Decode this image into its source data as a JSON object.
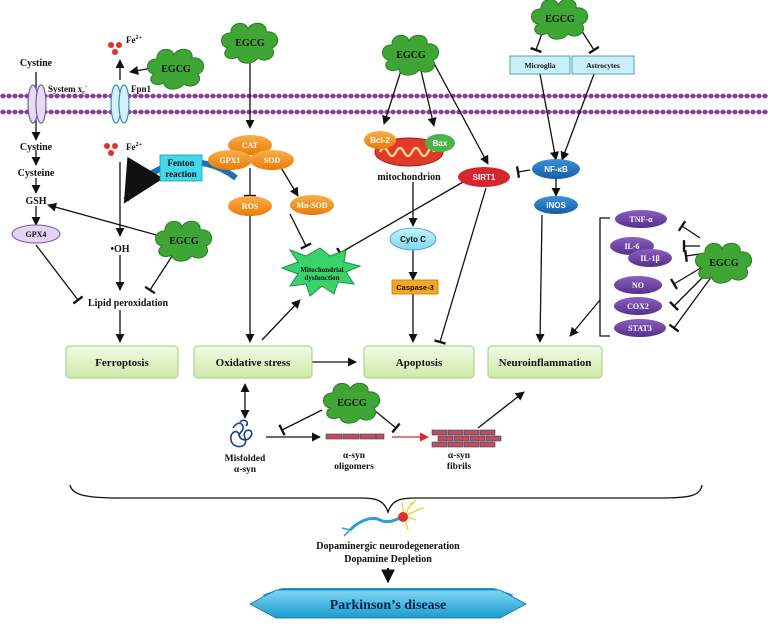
{
  "egcg": "EGCG",
  "membrane": {
    "system_xc": "System x",
    "system_xc_sub": "c",
    "system_xc_sup": "-",
    "fpn1": "Fpn1"
  },
  "iron": {
    "fe2_top": "Fe",
    "fe2_mid": "Fe",
    "fe_sup": "2+"
  },
  "ferroptosis_path": {
    "cystine_out": "Cystine",
    "cystine_in": "Cystine",
    "cysteine": "Cysteine",
    "gsh": "GSH",
    "gpx4": "GPX4",
    "fenton": "Fenton\nreaction",
    "oh": "•OH",
    "lipid_perox": "Lipid peroxidation"
  },
  "antioxidants": {
    "cat": "CAT",
    "gpx1": "GPX1",
    "sod": "SOD",
    "ros": "ROS",
    "mnsod": "Mn-SOD"
  },
  "mito": {
    "bcl2": "Bcl-2",
    "bax": "Bax",
    "mitochondrion": "mitochondrion",
    "dysfunction": "Mitochondrial\ndysfunction"
  },
  "apoptosis_path": {
    "cytoc": "Cyto C",
    "caspase3": "Caspase-3",
    "sirt1": "SIRT1"
  },
  "inflammation": {
    "microglia": "Microglia",
    "astrocytes": "Astrocytes",
    "nfkb": "NF-κB",
    "inos": "iNOS"
  },
  "cytokines": [
    "TNF-α",
    "IL-6",
    "IL-1β",
    "NO",
    "COX2",
    "STAT3"
  ],
  "outcomes": {
    "ferroptosis": "Ferroptosis",
    "oxidative_stress": "Oxidative stress",
    "apoptosis": "Apoptosis",
    "neuroinflammation": "Neuroinflammation"
  },
  "synuclein": {
    "misfolded": "Misfolded\nα-syn",
    "oligomers": "α-syn\noligomers",
    "fibrils": "α-syn\nfibrils"
  },
  "bottom": {
    "line1": "Dopaminergic neurodegeneration",
    "line2": "Dopamine Depletion",
    "disease": "Parkinson’s disease"
  },
  "colors": {
    "membrane": "#7b2d8e",
    "orange": "#f39019",
    "green_cloud": "#3fa535",
    "box_green": "#e2f2c8",
    "cyan": "#42d7ea",
    "blue_oval": "#1c73c0",
    "purple_oval": "#6c3fa0",
    "red_oval": "#d7262e",
    "burst": "#39d36c",
    "caspase": "#f5a623"
  }
}
